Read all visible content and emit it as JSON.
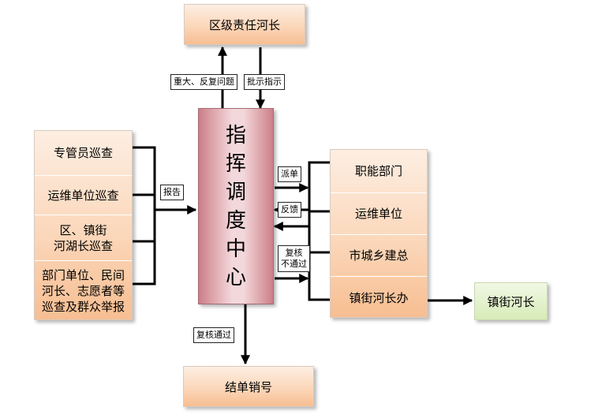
{
  "top_box": "区级责任河长",
  "center_box": [
    "指",
    "挥",
    "调",
    "度",
    "中",
    "心"
  ],
  "bottom_box": "结单销号",
  "left_group": [
    "专管员巡查",
    "运维单位巡查",
    "区、镇街河湖长巡查",
    "部门单位、民间河长、志愿者等巡查及群众举报"
  ],
  "left_lines": [
    [
      "专管员巡查"
    ],
    [
      "运维单位巡查"
    ],
    [
      "区、镇街",
      "河湖长巡查"
    ],
    [
      "部门单位、民间",
      "河长、志愿者等",
      "巡查及群众举报"
    ]
  ],
  "right_group": [
    "职能部门",
    "运维单位",
    "市城乡建总",
    "镇街河长办"
  ],
  "far_right_box": "镇街河长",
  "labels": {
    "major": "重大、反复问题",
    "instruct": "批示指示",
    "report": "报告",
    "dispatch": "派单",
    "feedback": "反馈",
    "recheck_fail": [
      "复核",
      "不通过"
    ],
    "recheck_pass": "复核通过"
  },
  "colors": {
    "box_fill": "#fbd7ba",
    "center_fill": "#f3d8db",
    "center_edge": "#cc7f88",
    "green_fill": "#d7ebb8",
    "line": "#000000"
  }
}
